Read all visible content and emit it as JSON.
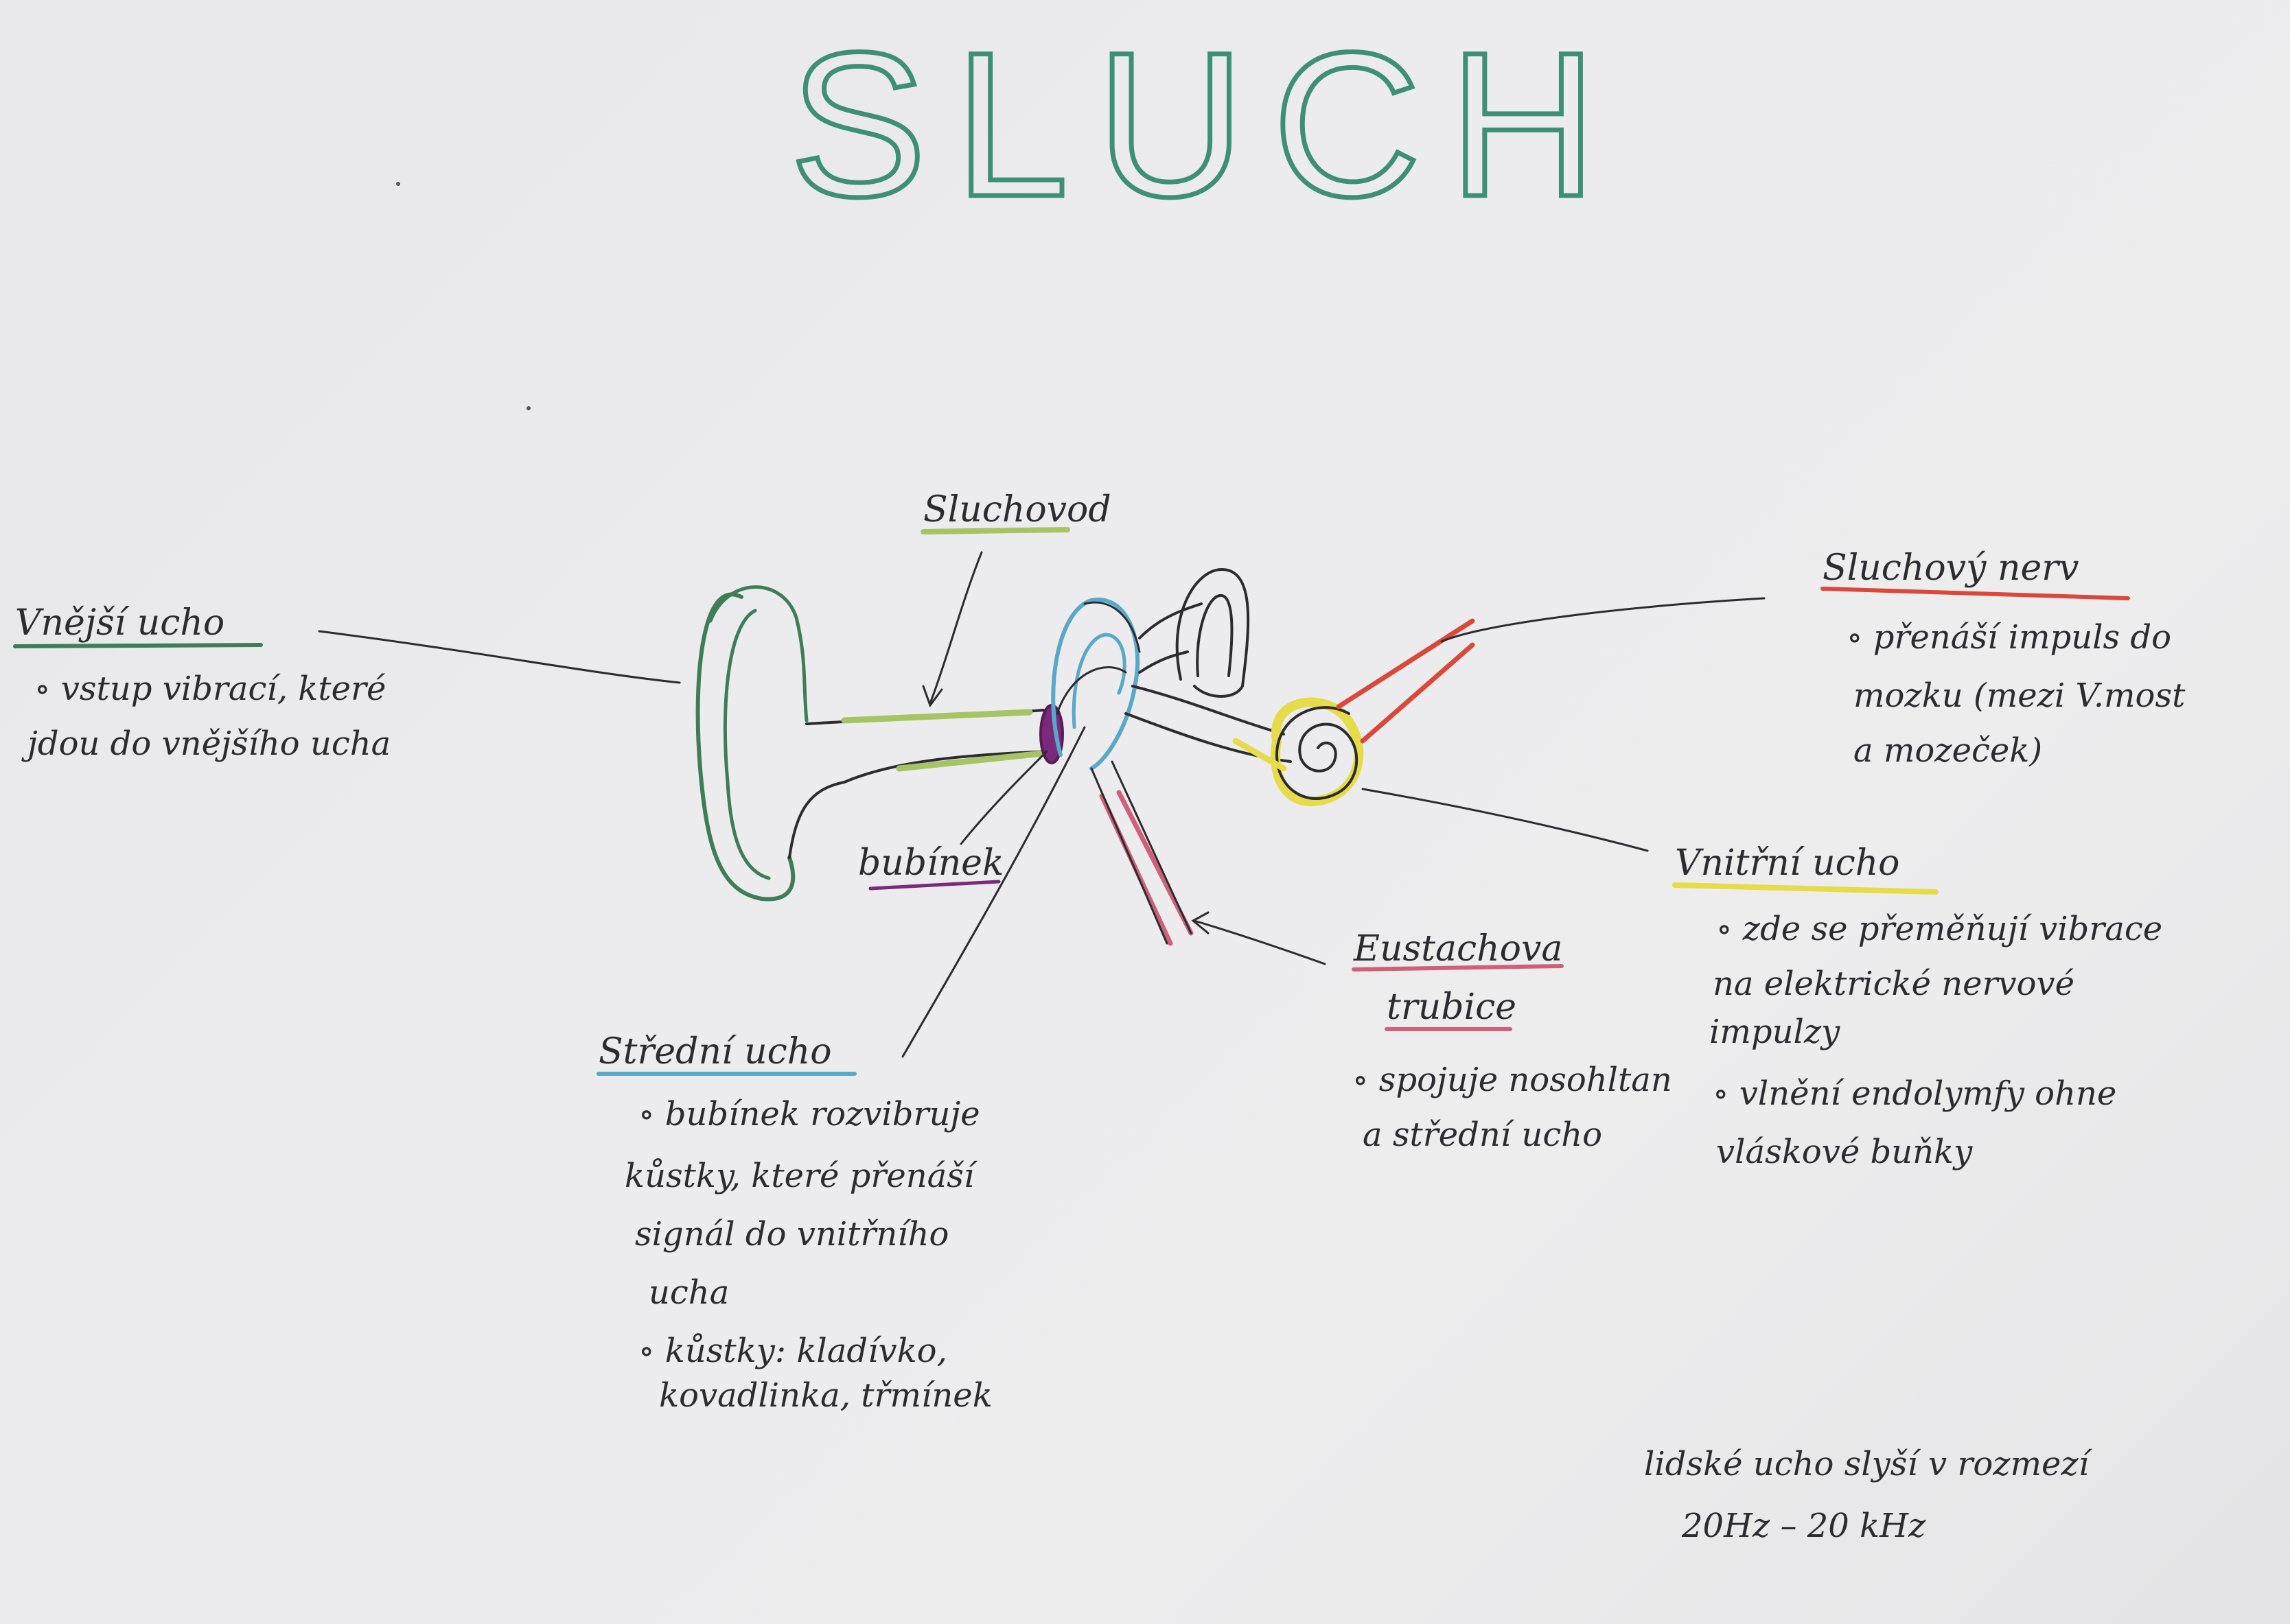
{
  "title": "SLUCH",
  "labels": {
    "outer_ear": "Vnější ucho",
    "ear_canal": "Sluchovod",
    "eardrum": "bubínek",
    "middle_ear": "Střední ucho",
    "eustachian_tube_line1": "Eustachova",
    "eustachian_tube_line2": "trubice",
    "auditory_nerve": "Sluchový nerv",
    "inner_ear": "Vnitřní ucho"
  },
  "notes": {
    "outer_ear": [
      "∘ vstup vibrací, které",
      "jdou do vnějšího ucha"
    ],
    "auditory_nerve": [
      "∘ přenáší impuls do",
      "mozku (mezi V.most",
      "a mozeček)"
    ],
    "inner_ear": [
      "∘ zde se přeměňují vibrace",
      "na elektrické nervové",
      "impulzy",
      "∘ vlnění endolymfy ohne",
      "vláskové buňky"
    ],
    "middle_ear": [
      "∘ bubínek rozvibruje",
      "kůstky, které přenáší",
      "signál do vnitřního",
      "ucha",
      "∘ kůstky: kladívko,",
      "kovadlinka, třmínek"
    ],
    "eustachian_tube": [
      "∘ spojuje nosohltan",
      "a střední ucho"
    ],
    "hearing_range": [
      "lidské ucho slyší v rozmezí",
      "20Hz – 20 kHz"
    ]
  },
  "colors": {
    "title": "#3e8f78",
    "outer_ear": "#3e7d58",
    "ear_canal": "#a7c465",
    "eardrum": "#7a2a7a",
    "middle_ear": "#5aa8c8",
    "eustachian_tube": "#d0607a",
    "inner_ear": "#e6dc4a",
    "auditory_nerve": "#d9483a",
    "ink": "#2c2c30"
  }
}
